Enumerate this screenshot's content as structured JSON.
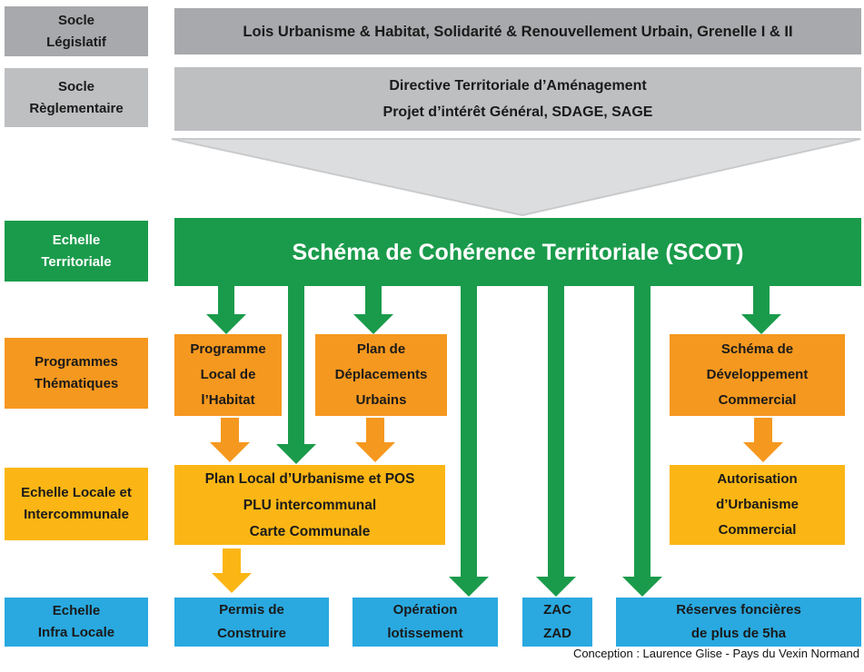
{
  "colors": {
    "gray_dark": "#A7A9AC",
    "gray_light": "#BDBFC1",
    "triangle": "#DCDDDE",
    "triangle_border": "#C9CACC",
    "green": "#1A9B4B",
    "orange": "#F5981F",
    "amber": "#FBB615",
    "blue": "#29A9E0"
  },
  "row_legislatif": {
    "label_line1": "Socle",
    "label_line2": "Législatif",
    "content": "Lois Urbanisme & Habitat, Solidarité & Renouvellement Urbain, Grenelle I & II"
  },
  "row_reglementaire": {
    "label_line1": "Socle",
    "label_line2": "Règlementaire",
    "content_line1": "Directive Territoriale d’Aménagement",
    "content_line2": "Projet d’intérêt Général, SDAGE, SAGE"
  },
  "row_territoriale": {
    "label_line1": "Echelle",
    "label_line2": "Territoriale",
    "scot_title": "Schéma de Cohérence Territoriale (SCOT)"
  },
  "row_thematiques": {
    "label_line1": "Programmes",
    "label_line2": "Thématiques",
    "plh_line1": "Programme",
    "plh_line2": "Local de",
    "plh_line3": "l’Habitat",
    "pdu_line1": "Plan de",
    "pdu_line2": "Déplacements",
    "pdu_line3": "Urbains",
    "sdc_line1": "Schéma de",
    "sdc_line2": "Développement",
    "sdc_line3": "Commercial"
  },
  "row_locale": {
    "label_line1": "Echelle Locale et",
    "label_line2": "Intercommunale",
    "plu_line1": "Plan Local d’Urbanisme et POS",
    "plu_line2": "PLU intercommunal",
    "plu_line3": "Carte Communale",
    "auc_line1": "Autorisation",
    "auc_line2": "d’Urbanisme",
    "auc_line3": "Commercial"
  },
  "row_infra": {
    "label_line1": "Echelle",
    "label_line2": "Infra Locale",
    "permis_line1": "Permis de",
    "permis_line2": "Construire",
    "operation_line1": "Opération",
    "operation_line2": "lotissement",
    "zac_line1": "ZAC",
    "zac_line2": "ZAD",
    "reserves_line1": "Réserves foncières",
    "reserves_line2": "de plus de 5ha"
  },
  "credit": "Conception : Laurence Glise - Pays du Vexin Normand"
}
